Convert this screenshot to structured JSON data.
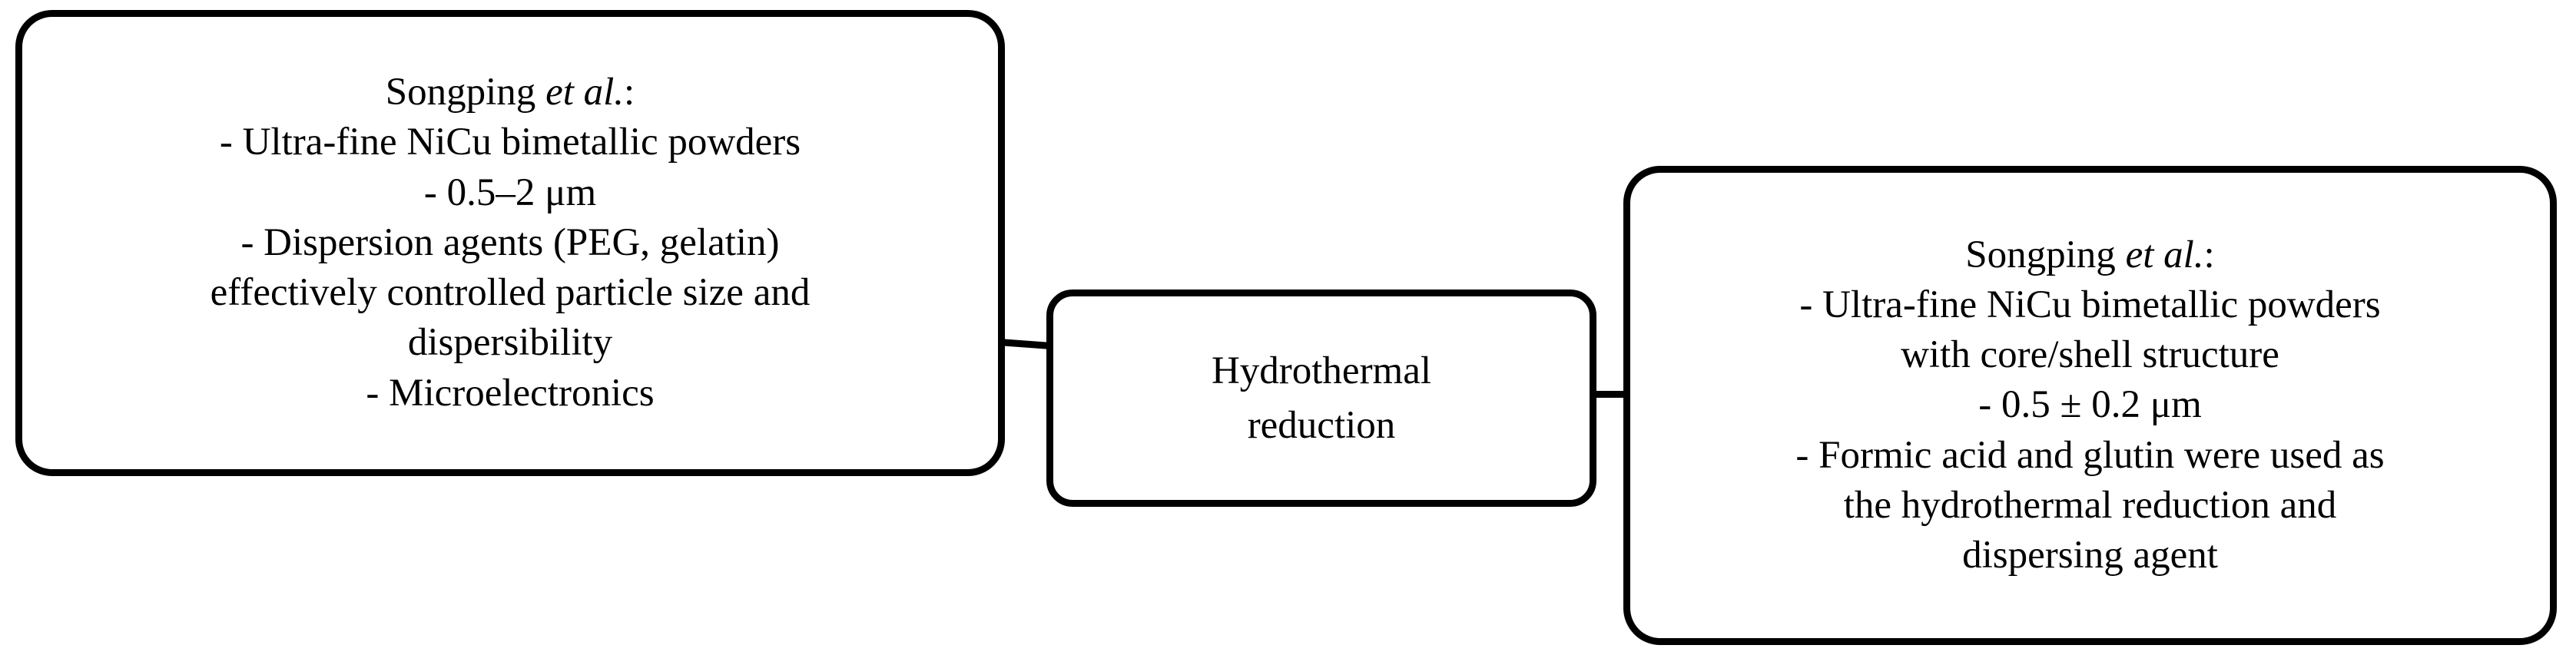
{
  "diagram": {
    "type": "flow-diagram",
    "orientation": "left-to-right",
    "background_color": "#ffffff",
    "line_color": "#000000",
    "nodes": [
      {
        "id": "left-study-node",
        "role": "input-study-summary",
        "author": "Songping",
        "author_suffix": "et al.",
        "heading": "Songping et al.:",
        "lines": [
          "- Ultra-fine NiCu bimetallic powders",
          "- 0.5–2 μm",
          "- Dispersion agents (PEG, gelatin) effectively controlled particle size and dispersibility",
          "- Microelectronics"
        ],
        "text": "- Ultra-fine NiCu bimetallic powders\n- 0.5–2 μm\n- Dispersion agents (PEG, gelatin)\neffectively controlled particle size and\ndispersibility\n- Microelectronics"
      },
      {
        "id": "process-node",
        "role": "process-method",
        "text": "Hydrothermal\nreduction"
      },
      {
        "id": "right-study-node",
        "role": "output-study-summary",
        "author": "Songping",
        "author_suffix": "et al.",
        "heading": "Songping et al.:",
        "lines": [
          "- Ultra-fine NiCu bimetallic powders with core/shell structure",
          "- 0.5 ± 0.2 μm",
          "- Formic acid and glutin were used as the hydrothermal reduction and dispersing agent"
        ],
        "text": "- Ultra-fine NiCu bimetallic powders\nwith core/shell structure\n- 0.5 ± 0.2 μm\n- Formic acid and glutin were used as\nthe hydrothermal reduction and\ndispersing agent"
      }
    ],
    "connectors": [
      {
        "id": "left-to-middle",
        "from": "left-study-node",
        "to": "process-node"
      },
      {
        "id": "middle-to-right",
        "from": "process-node",
        "to": "right-study-node"
      }
    ]
  }
}
